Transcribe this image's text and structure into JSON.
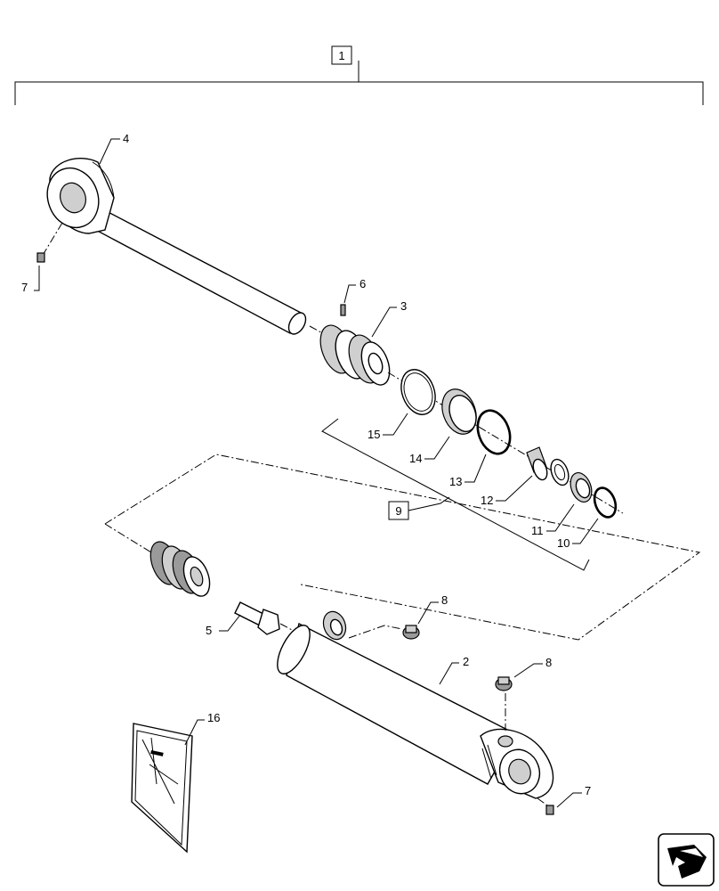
{
  "callouts": {
    "c1": "1",
    "c2": "2",
    "c3": "3",
    "c4": "4",
    "c5": "5",
    "c6": "6",
    "c7a": "7",
    "c7b": "7",
    "c8a": "8",
    "c8b": "8",
    "c9": "9",
    "c10": "10",
    "c11": "11",
    "c12": "12",
    "c13": "13",
    "c14": "14",
    "c15": "15",
    "c16": "16"
  },
  "icons": {
    "nav": "next-page-arrow-icon"
  }
}
